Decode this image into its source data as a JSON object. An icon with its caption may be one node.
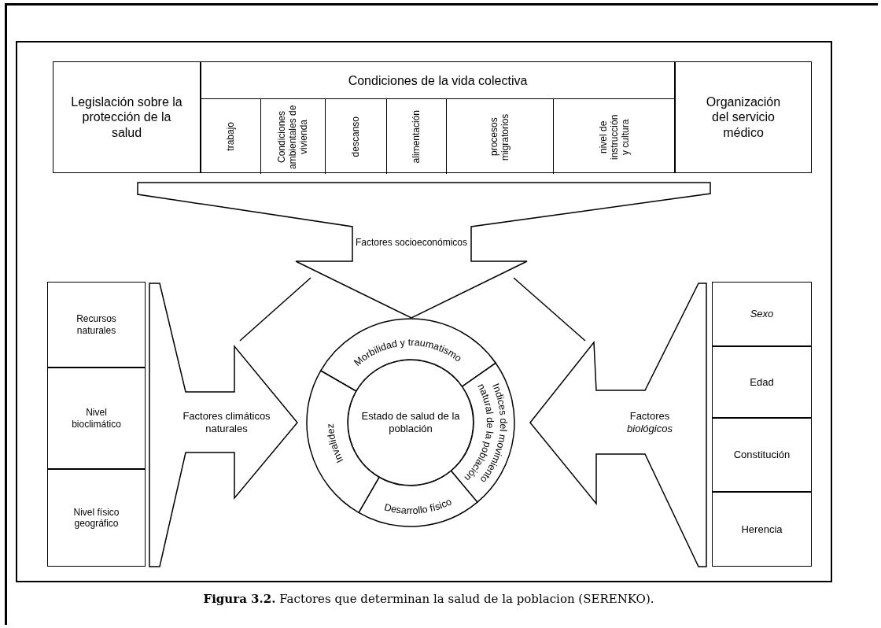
{
  "diagram": {
    "caption": "**Figura 3.2.** Factores que determinan la salud de la poblacion (SERENKO).",
    "nodes": [
      {
        "text": [
          "Legislación sobre la protección de la salud"
        ]
      },
      {
        "text": [
          "Condiciones de la vida colectiva"
        ]
      },
      {
        "text": [
          "trabajo"
        ],
        "in": 1
      },
      {
        "text": [
          "Condiciones ambientales de vivienda"
        ],
        "in": 1
      },
      {
        "text": [
          "descanso"
        ],
        "in": 1
      },
      {
        "text": [
          "alimentación"
        ],
        "in": 1
      },
      {
        "text": [
          "procesos migratorios"
        ],
        "in": 1
      },
      {
        "text": [
          "nivel de instrucción y cultura"
        ],
        "in": 1
      },
      {
        "text": [
          "Organización del servicio médico"
        ]
      },
      {
        "text": [
          "Factores socioeconómicos"
        ]
      },
      {
        "text": [
          "Recursos naturales"
        ]
      },
      {
        "text": [
          "Nivel bioclimático"
        ]
      },
      {
        "text": [
          "Nivel físico geográfico"
        ]
      },
      {
        "text": [
          "Factores climáticos naturales"
        ]
      },
      {
        "text": [
          "Estado de salud de la población"
        ]
      },
      {
        "text": [
          "Morbilidad y traumatismo"
        ]
      },
      {
        "text": [
          "Indices del movimiento natural de la población"
        ]
      },
      {
        "text": [
          "Desarrollo físico"
        ]
      },
      {
        "text": [
          "Invalidez"
        ]
      },
      {
        "text": [
          "Factores *biológicos*"
        ]
      },
      {
        "text": [
          "Sexo"
        ]
      },
      {
        "text": [
          "Edad"
        ]
      },
      {
        "text": [
          "Constitución"
        ]
      },
      {
        "text": [
          "Herencia"
        ]
      }
    ]
  }
}
